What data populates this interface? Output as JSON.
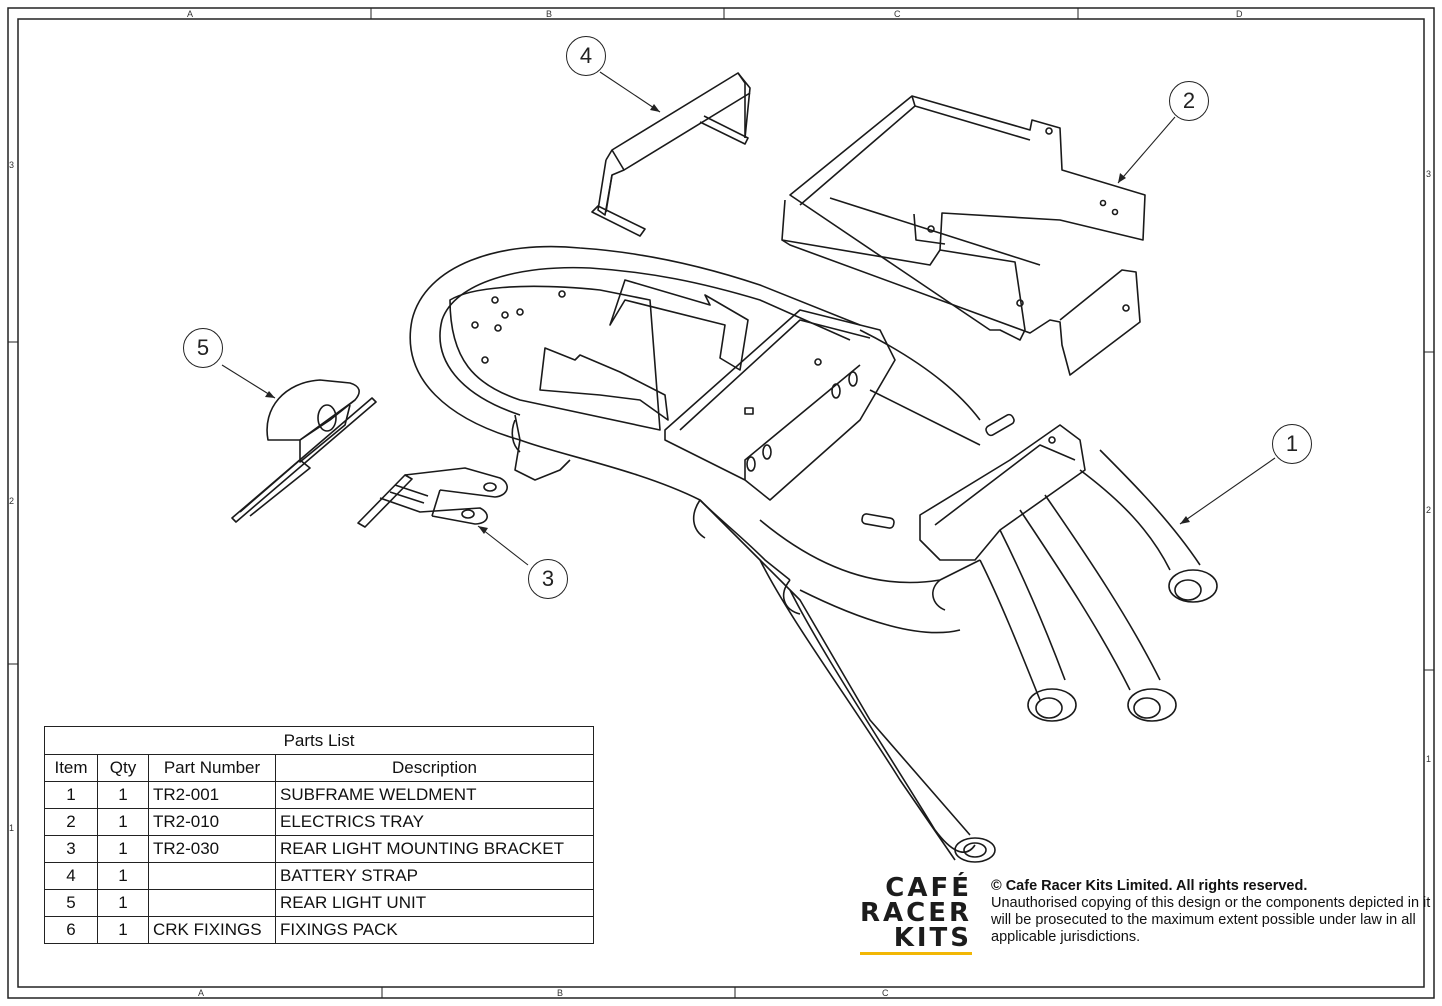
{
  "zones": {
    "top": [
      "A",
      "B",
      "C",
      "D"
    ],
    "bottom": [
      "A",
      "B",
      "C"
    ],
    "left": [
      "3",
      "2",
      "1"
    ],
    "right": [
      "3",
      "2",
      "1"
    ]
  },
  "balloons": [
    {
      "label": "1"
    },
    {
      "label": "2"
    },
    {
      "label": "3"
    },
    {
      "label": "4"
    },
    {
      "label": "5"
    }
  ],
  "parts_list": {
    "title": "Parts List",
    "headers": [
      "Item",
      "Qty",
      "Part Number",
      "Description"
    ],
    "rows": [
      [
        "1",
        "1",
        "TR2-001",
        "SUBFRAME WELDMENT"
      ],
      [
        "2",
        "1",
        "TR2-010",
        "ELECTRICS TRAY"
      ],
      [
        "3",
        "1",
        "TR2-030",
        "REAR LIGHT MOUNTING BRACKET"
      ],
      [
        "4",
        "1",
        "",
        "BATTERY STRAP"
      ],
      [
        "5",
        "1",
        "",
        "REAR LIGHT UNIT"
      ],
      [
        "6",
        "1",
        "CRK FIXINGS",
        "FIXINGS PACK"
      ]
    ]
  },
  "logo": {
    "line1": "CAFÉ",
    "line2": "RACER",
    "line3": "KITS",
    "accent_color": "#f2b705"
  },
  "copyright": {
    "heading": "© Cafe Racer Kits Limited. All rights reserved.",
    "body": "Unauthorised copying of this design or the components depicted in it will be prosecuted to the maximum extent possible under law in all applicable jurisdictions."
  }
}
